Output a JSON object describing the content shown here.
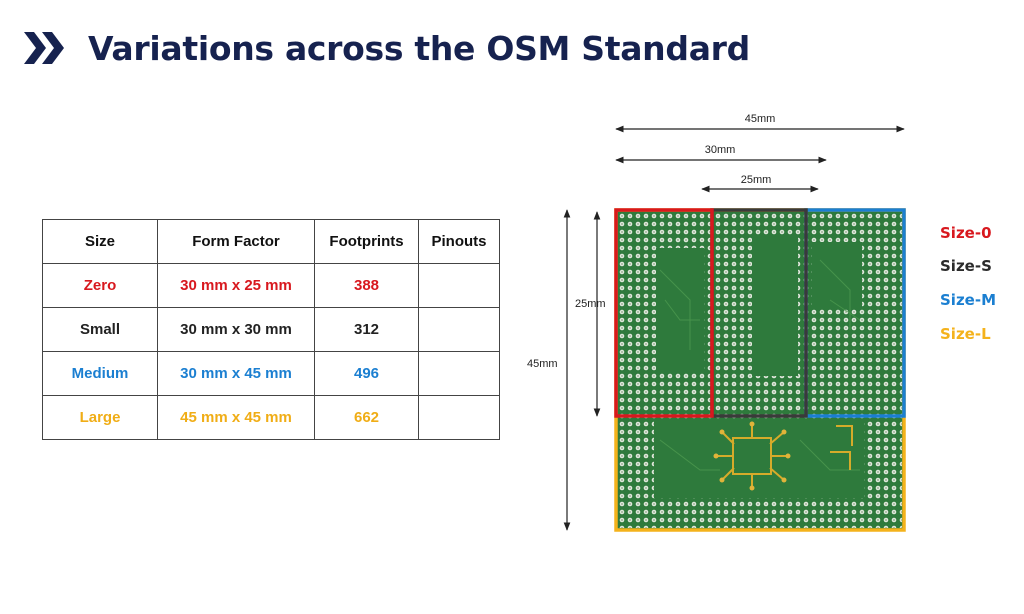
{
  "slide": {
    "title": "Variations across the OSM Standard"
  },
  "colors": {
    "zero": "#d8181e",
    "small": "#2b2b2b",
    "medium": "#1b7fd1",
    "large": "#f4b21b",
    "title": "#16224f",
    "pcb": "#2e7a3c"
  },
  "table": {
    "headers": [
      "Size",
      "Form Factor",
      "Footprints",
      "Pinouts"
    ],
    "rows": [
      {
        "size": "Zero",
        "form_factor": "30 mm x 25 mm",
        "footprints": "388",
        "pinouts": "",
        "color": "#d8181e"
      },
      {
        "size": "Small",
        "form_factor": "30 mm x 30 mm",
        "footprints": "312",
        "pinouts": "",
        "color": "#222222"
      },
      {
        "size": "Medium",
        "form_factor": "30 mm x 45 mm",
        "footprints": "496",
        "pinouts": "",
        "color": "#1b7fd1"
      },
      {
        "size": "Large",
        "form_factor": "45 mm x 45 mm",
        "footprints": "662",
        "pinouts": "",
        "color": "#f0ad16"
      }
    ]
  },
  "diagram": {
    "dim_45mm_top": "45mm",
    "dim_30mm": "30mm",
    "dim_25mm_top": "25mm",
    "dim_25mm_side": "25mm",
    "dim_45mm_side": "45mm"
  },
  "legend": [
    {
      "label": "Size-0",
      "color": "#d8181e"
    },
    {
      "label": "Size-S",
      "color": "#2b2b2b"
    },
    {
      "label": "Size-M",
      "color": "#1b7fd1"
    },
    {
      "label": "Size-L",
      "color": "#f4b21b"
    }
  ]
}
